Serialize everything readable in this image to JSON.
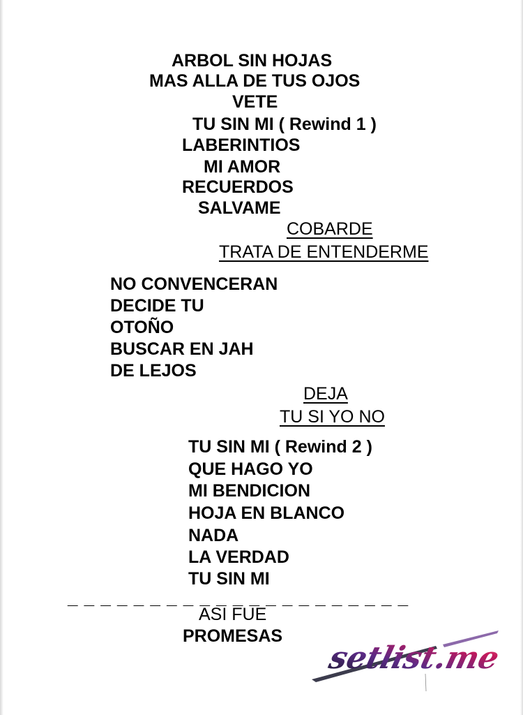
{
  "setlist": {
    "main_set_a": [
      "ARBOL SIN HOJAS",
      "MAS ALLA DE TUS OJOS",
      "VETE",
      "TU SIN MI ( Rewind 1 )",
      "LABERINTIOS",
      "MI AMOR",
      "RECUERDOS",
      "SALVAME"
    ],
    "acoustic_a": [
      "COBARDE",
      "TRATA DE ENTENDERME"
    ],
    "main_set_b": [
      "NO CONVENCERAN",
      "DECIDE TU",
      "OTOÑO",
      "BUSCAR EN JAH",
      "DE LEJOS"
    ],
    "acoustic_b": [
      "DEJA",
      "TU SI YO NO"
    ],
    "main_set_c": [
      "TU SIN MI ( Rewind 2 )",
      "QUE HAGO YO",
      "MI BENDICION",
      "HOJA EN BLANCO",
      "NADA",
      "LA VERDAD",
      "TU SIN MI"
    ],
    "divider": "_ _ _ _ _ _ _ _ _ _ _ _ _ _ _ _ _ _ _ _ _",
    "encore": [
      "ASI FUE",
      "PROMESAS"
    ]
  },
  "logo": {
    "text": "setlist.me",
    "colors": [
      "#1a1a2e",
      "#5b2a86",
      "#c2185b",
      "#ff6f91"
    ]
  }
}
